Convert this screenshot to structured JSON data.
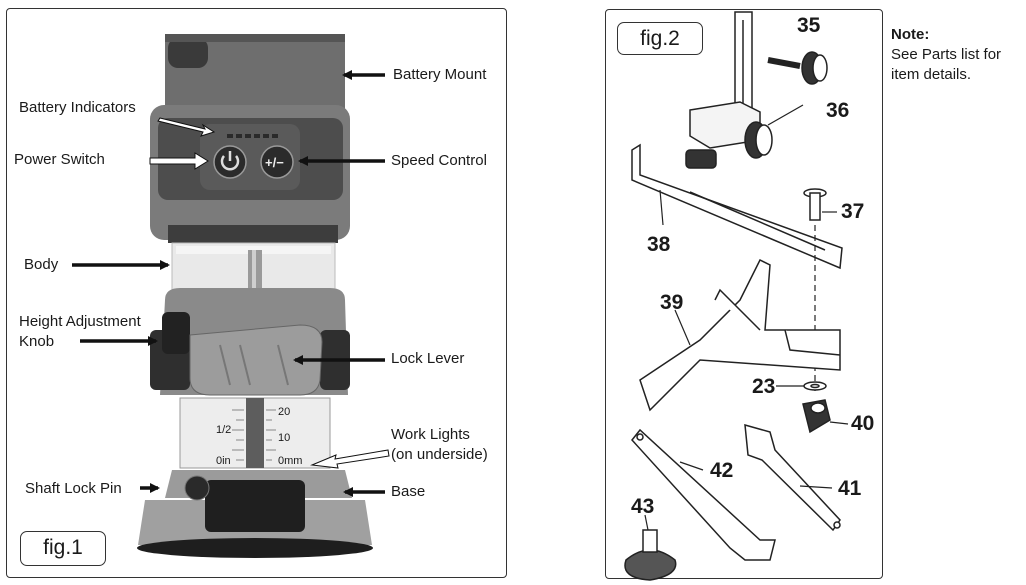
{
  "fig1": {
    "tag": "fig.1",
    "labels": {
      "battery_mount": "Battery Mount",
      "battery_indicators": "Battery Indicators",
      "power_switch": "Power Switch",
      "speed_control": "Speed Control",
      "body": "Body",
      "height_adjustment_knob_line1": "Height Adjustment",
      "height_adjustment_knob_line2": "Knob",
      "lock_lever": "Lock Lever",
      "work_lights_line1": "Work Lights",
      "work_lights_line2": "(on underside)",
      "shaft_lock_pin": "Shaft Lock Pin",
      "base": "Base"
    },
    "scale": {
      "inch_half": "1/2",
      "inch_zero": "0in",
      "mm_20": "20",
      "mm_10": "10",
      "mm_zero": "0mm"
    },
    "speed_button_glyph": "+/−"
  },
  "fig2": {
    "tag": "fig.2",
    "parts": [
      "35",
      "36",
      "37",
      "38",
      "39",
      "23",
      "40",
      "42",
      "41",
      "43"
    ]
  },
  "note": {
    "title": "Note:",
    "line1": "See Parts list for",
    "line2": "item details."
  }
}
